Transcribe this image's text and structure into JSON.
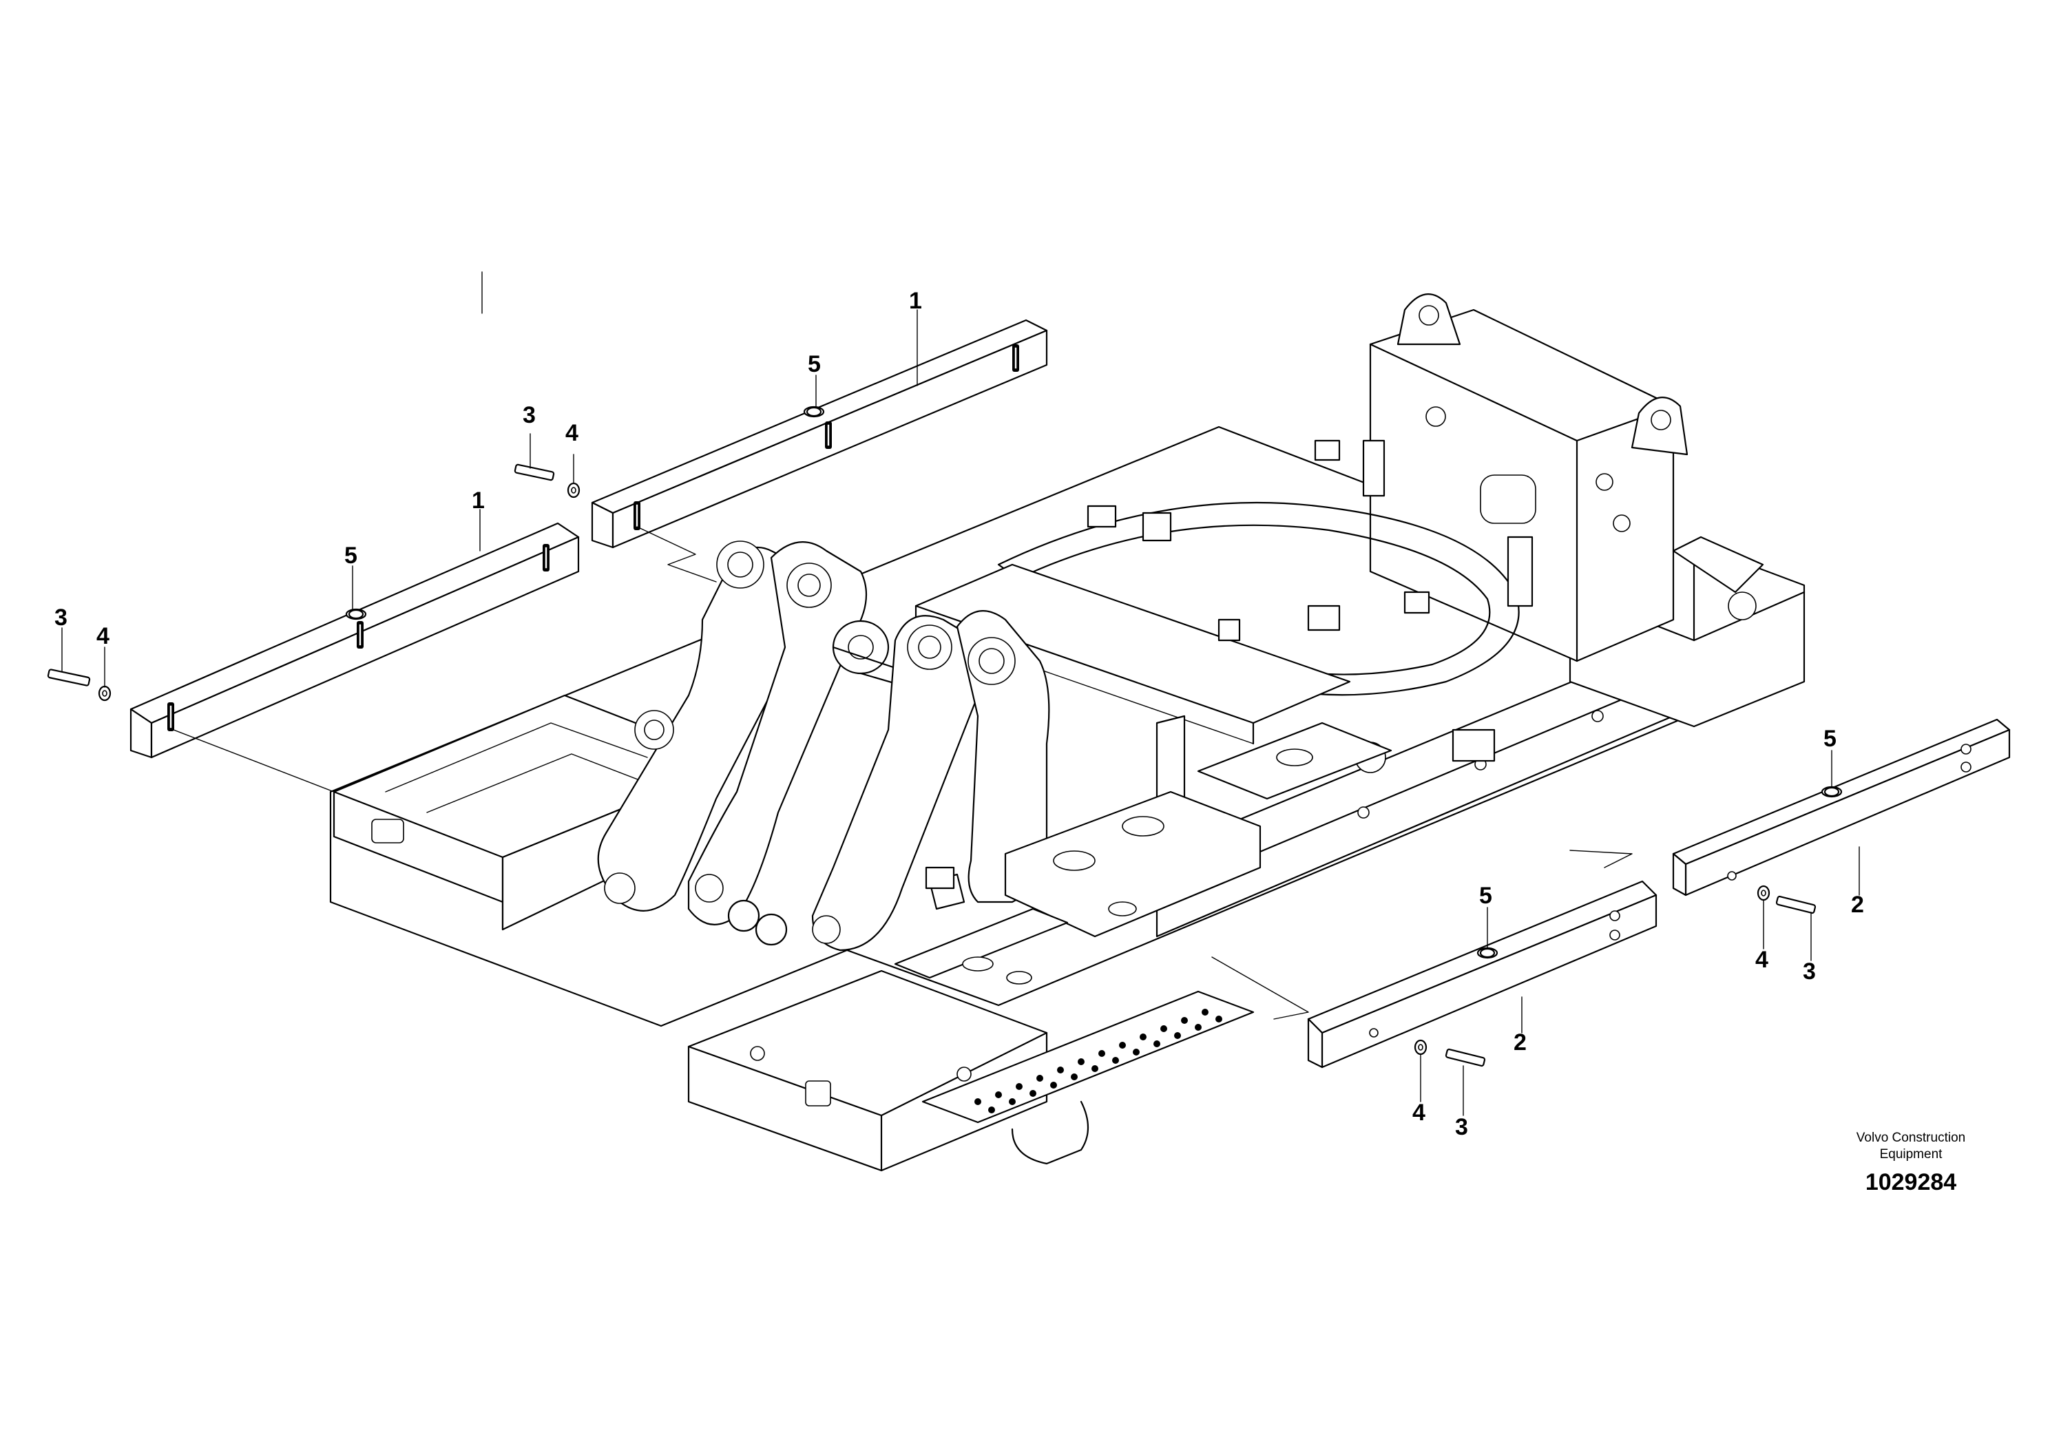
{
  "callouts": {
    "c1a": "1",
    "c1b": "1",
    "c2a": "2",
    "c2b": "2",
    "c3a": "3",
    "c3b": "3",
    "c3c": "3",
    "c3d": "3",
    "c4a": "4",
    "c4b": "4",
    "c4c": "4",
    "c4d": "4",
    "c5a": "5",
    "c5b": "5",
    "c5c": "5",
    "c5d": "5"
  },
  "brand": {
    "line1": "Volvo Construction",
    "line2": "Equipment"
  },
  "drawing_number": "1029284",
  "icons": [
    "bolt-icon",
    "washer-icon",
    "plug-icon"
  ]
}
